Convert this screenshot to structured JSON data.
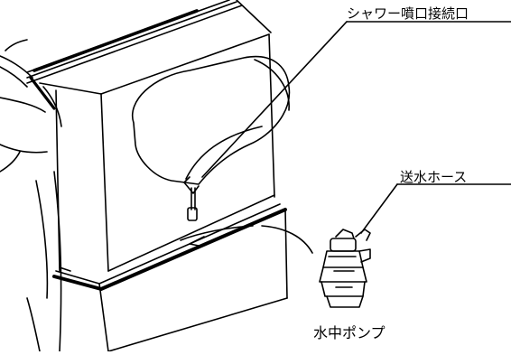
{
  "labels": {
    "shower_outlet_connection": "シャワー噴口接続口",
    "water_feed_hose": "送水ホース",
    "submersible_pump": "水中ポンプ"
  },
  "colors": {
    "line": "#000000",
    "background": "#ffffff"
  }
}
